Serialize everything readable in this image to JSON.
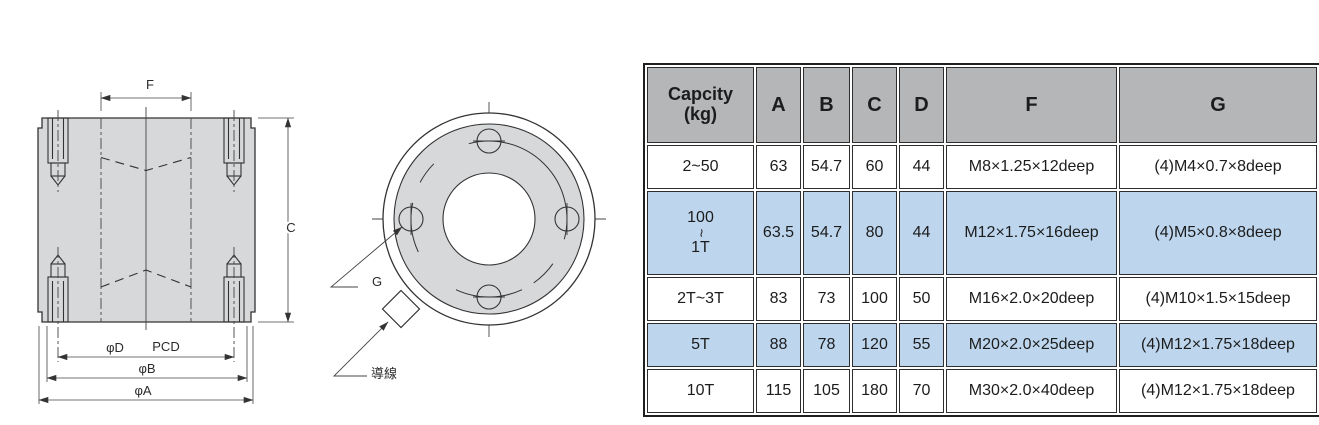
{
  "colors": {
    "body_fill": "#d7d8da",
    "outline": "#333333",
    "table_header_bg": "#b5b6b8",
    "row_highlight_blue": "#bdd6ee",
    "table_border": "#2e2e2e",
    "text": "#1c1c1c"
  },
  "drawing": {
    "side_view": {
      "dim_f": "F",
      "dim_c": "C",
      "dim_phi_d": "φD",
      "dim_pcd": "PCD",
      "dim_phi_b": "φB",
      "dim_phi_a": "φA"
    },
    "top_view": {
      "thread_label": "G",
      "cable_label": "導線"
    }
  },
  "table": {
    "columns": [
      "Capcity\n(kg)",
      "A",
      "B",
      "C",
      "D",
      "F",
      "G"
    ],
    "rows": [
      {
        "cap": "2~50",
        "a": "63",
        "b": "54.7",
        "c": "60",
        "d": "44",
        "f": "M8×1.25×12deep",
        "g": "(4)M4×0.7×8deep",
        "highlight": false
      },
      {
        "cap": "100 ~ 1T",
        "capacity_lines": [
          "100",
          "~",
          "1T"
        ],
        "a": "63.5",
        "b": "54.7",
        "c": "80",
        "d": "44",
        "f": "M12×1.75×16deep",
        "g": "(4)M5×0.8×8deep",
        "highlight": true
      },
      {
        "cap": "2T~3T",
        "a": "83",
        "b": "73",
        "c": "100",
        "d": "50",
        "f": "M16×2.0×20deep",
        "g": "(4)M10×1.5×15deep",
        "highlight": false
      },
      {
        "cap": "5T",
        "a": "88",
        "b": "78",
        "c": "120",
        "d": "55",
        "f": "M20×2.0×25deep",
        "g": "(4)M12×1.75×18deep",
        "highlight": true
      },
      {
        "cap": "10T",
        "a": "115",
        "b": "105",
        "c": "180",
        "d": "70",
        "f": "M30×2.0×40deep",
        "g": "(4)M12×1.75×18deep",
        "highlight": false
      }
    ]
  }
}
